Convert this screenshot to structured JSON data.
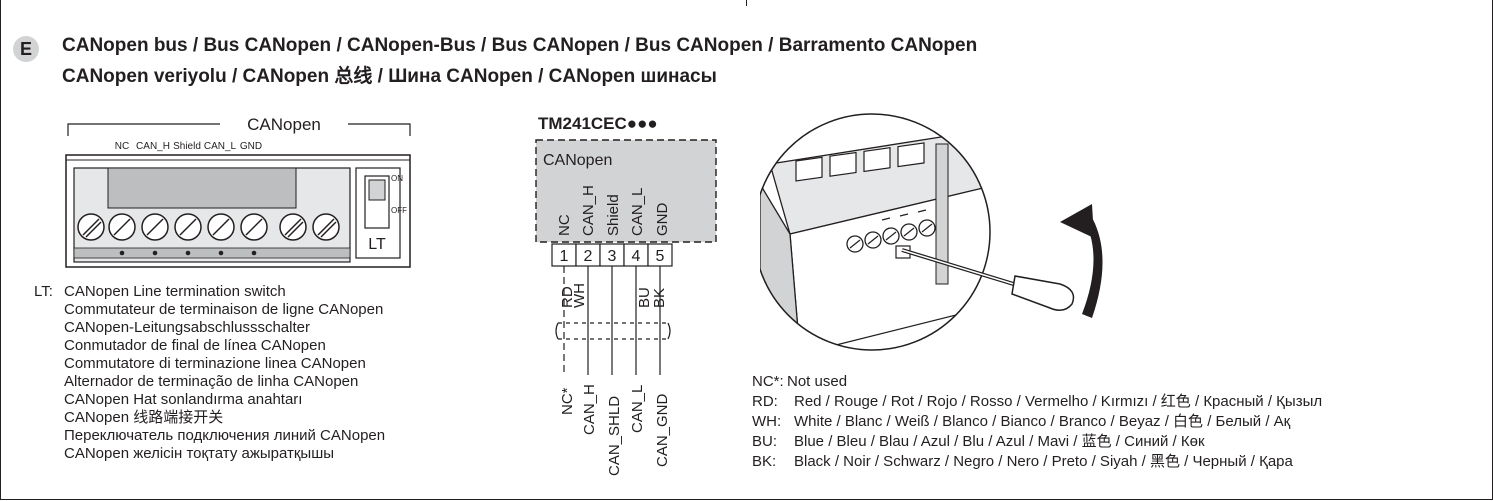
{
  "section": {
    "badge": "E",
    "title_line1": "CANopen bus / Bus CANopen / CANopen-Bus / Bus CANopen / Bus CANopen / Barramento CANopen",
    "title_line2": "CANopen veriyolu / CANopen 总线 / Шина CANopen / CANopen шинасы"
  },
  "connector": {
    "header": "CANopen",
    "pins": [
      "NC",
      "CAN_H",
      "Shield",
      "CAN_L",
      "GND"
    ],
    "switch_on": "ON",
    "switch_off": "OFF",
    "switch_label": "LT"
  },
  "module": {
    "model": "TM241CEC●●●",
    "box_label": "CANopen",
    "pin_names": [
      "NC",
      "CAN_H",
      "Shield",
      "CAN_L",
      "GND"
    ],
    "pin_numbers": [
      "1",
      "2",
      "3",
      "4",
      "5"
    ],
    "wire_colors": [
      "RD",
      "WH",
      "",
      "BU",
      "BK"
    ],
    "signals": [
      "NC*",
      "CAN_H",
      "CAN_SHLD",
      "CAN_L",
      "CAN_GND"
    ]
  },
  "lt_description": {
    "key": "LT:",
    "lines": [
      "CANopen Line termination switch",
      "Commutateur de terminaison de ligne CANopen",
      "CANopen-Leitungsabschlussschalter",
      "Conmutador de final de línea CANopen",
      "Commutatore di terminazione linea CANopen",
      "Alternador de terminação de linha CANopen",
      "CANopen Hat sonlandırma anahtarı",
      "CANopen 线路端接开关",
      "Переключатель подключения линий CANopen",
      "CANopen желісін тоқтату ажыратқышы"
    ]
  },
  "color_legend": [
    {
      "key": "NC*:",
      "text": "Not used"
    },
    {
      "key": "RD:",
      "text": "Red / Rouge / Rot / Rojo / Rosso / Vermelho / Kırmızı / 红色 / Красный / Қызыл"
    },
    {
      "key": "WH:",
      "text": "White / Blanc / Weiß / Blanco / Bianco / Branco / Beyaz / 白色 / Белый / Ақ"
    },
    {
      "key": "BU:",
      "text": "Blue / Bleu / Blau / Azul / Blu / Azul / Mavi / 蓝色 / Синий / Көк"
    },
    {
      "key": "BK:",
      "text": "Black / Noir / Schwarz / Negro / Nero / Preto / Siyah / 黑色 / Черный / Қара"
    }
  ],
  "colors": {
    "ink": "#231f20",
    "grey_fill": "#d1d3d4",
    "terminal_fill": "#e6e7e8"
  }
}
